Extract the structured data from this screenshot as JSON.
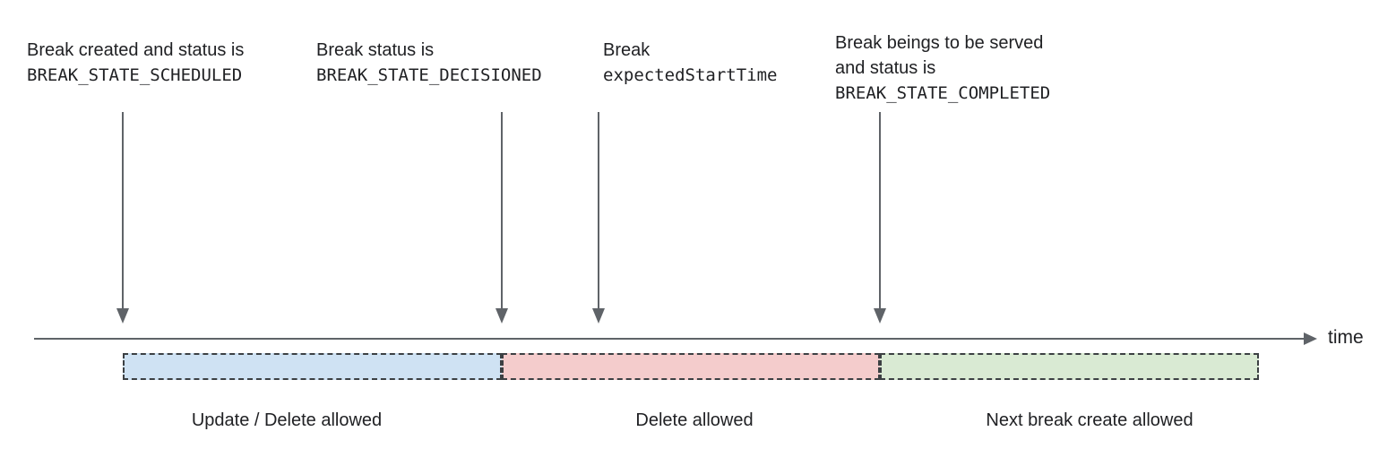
{
  "diagram": {
    "annotations": [
      {
        "line1": "Break created and status is",
        "code": "BREAK_STATE_SCHEDULED"
      },
      {
        "line1": "Break status is",
        "code": "BREAK_STATE_DECISIONED"
      },
      {
        "line1": "Break",
        "code": "expectedStartTime"
      },
      {
        "line1": "Break beings to be served",
        "line2": "and status is",
        "code": "BREAK_STATE_COMPLETED"
      }
    ],
    "axis_label": "time",
    "segments": [
      {
        "label": "Update / Delete allowed",
        "fill": "#cfe2f3"
      },
      {
        "label": "Delete allowed",
        "fill": "#f4cccc"
      },
      {
        "label": "Next break create allowed",
        "fill": "#d9ead3"
      }
    ],
    "colors": {
      "axis_and_arrows": "#5f6368",
      "dashed_border": "#3c4043",
      "text": "#202124",
      "segment_blue": "#cfe2f3",
      "segment_red": "#f4cccc",
      "segment_green": "#d9ead3"
    }
  }
}
